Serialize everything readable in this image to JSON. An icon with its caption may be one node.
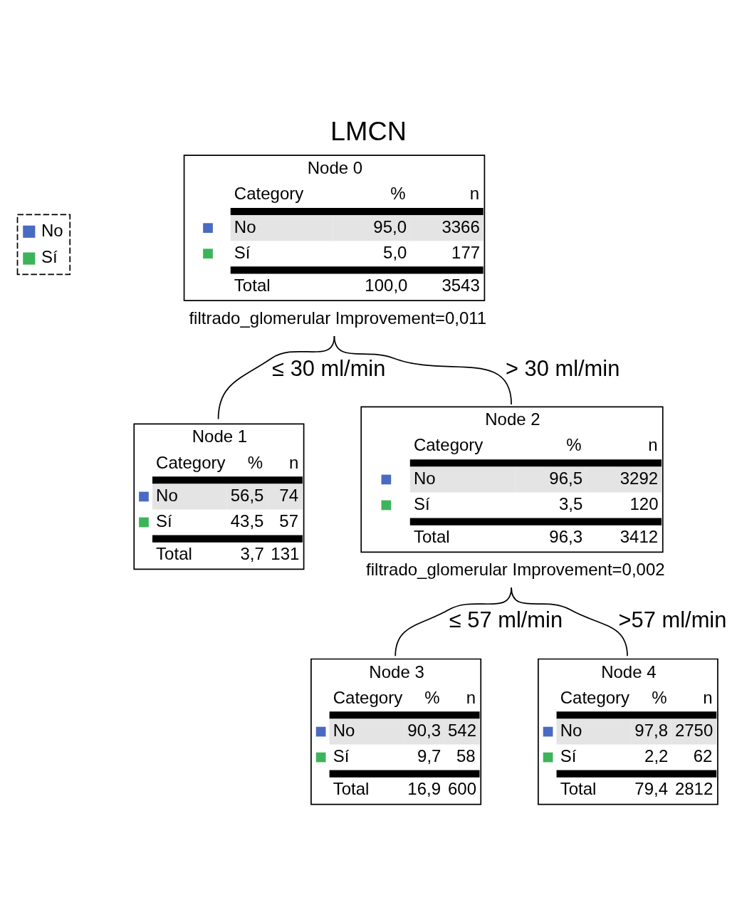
{
  "diagram": {
    "title": "LMCN",
    "nodes": [
      {
        "text": [
          "Node 0",
          "Category",
          "%",
          "n",
          "No",
          "95,0",
          "3366",
          "Sí",
          "5,0",
          "177",
          "Total",
          "100,0",
          "3543"
        ],
        "beside": [
          "filtrado_glomerular Improvement=0,011"
        ]
      },
      {
        "text": [
          "Node 1",
          "Category",
          "%",
          "n",
          "No",
          "56,5",
          "74",
          "Sí",
          "43,5",
          "57",
          "Total",
          "3,7",
          "131"
        ]
      },
      {
        "text": [
          "Node 2",
          "Category",
          "%",
          "n",
          "No",
          "96,5",
          "3292",
          "Sí",
          "3,5",
          "120",
          "Total",
          "96,3",
          "3412"
        ],
        "beside": [
          "filtrado_glomerular Improvement=0,002"
        ]
      },
      {
        "text": [
          "Node 3",
          "Category",
          "%",
          "n",
          "No",
          "90,3",
          "542",
          "Sí",
          "9,7",
          "58",
          "Total",
          "16,9",
          "600"
        ]
      },
      {
        "text": [
          "Node 4",
          "Category",
          "%",
          "n",
          "No",
          "97,8",
          "2750",
          "Sí",
          "2,2",
          "62",
          "Total",
          "79,4",
          "2812"
        ]
      }
    ],
    "edges": [
      {
        "from": 0,
        "to": 1,
        "arrow": "none",
        "label": "≤ 30 ml/min"
      },
      {
        "from": 0,
        "to": 2,
        "arrow": "none",
        "label": "> 30 ml/min"
      },
      {
        "from": 2,
        "to": 3,
        "arrow": "none",
        "label": "≤ 57 ml/min"
      },
      {
        "from": 2,
        "to": 4,
        "arrow": "none",
        "label": ">57 ml/min"
      }
    ],
    "legend": [
      {
        "text": "No",
        "color": "#4a6bc4"
      },
      {
        "text": "Sí",
        "color": "#3cb55a"
      }
    ]
  }
}
